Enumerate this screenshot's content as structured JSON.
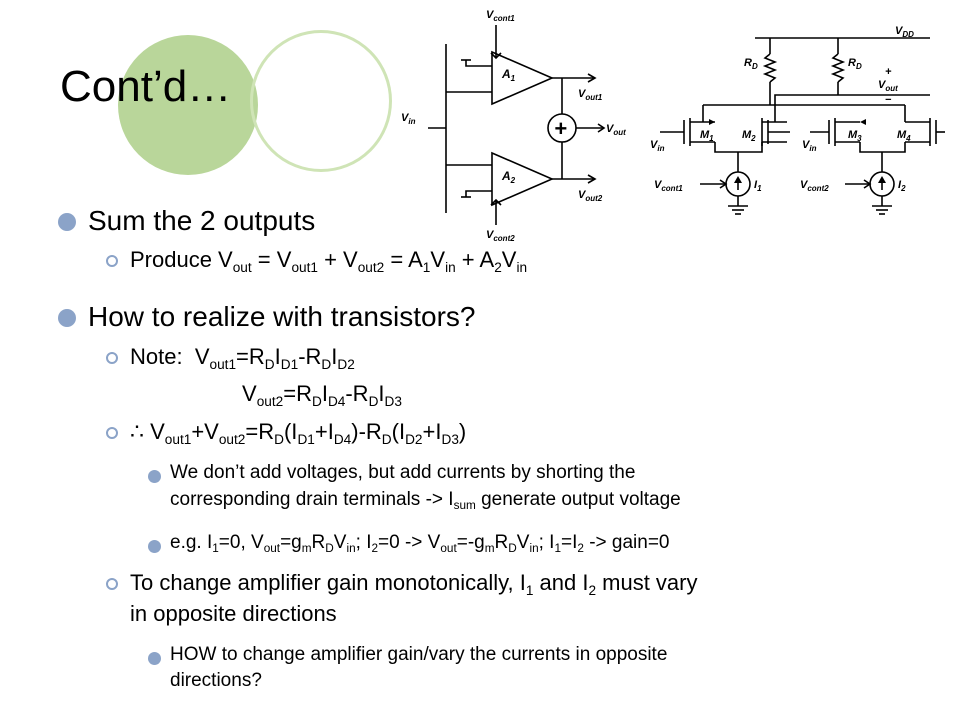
{
  "title": "Cont’d…",
  "bullets": {
    "sum": "Sum the 2 outputs",
    "produce": {
      "parts": [
        "Produce V",
        "out",
        " = V",
        "out1",
        " + V",
        "out2",
        " = A",
        "1",
        "V",
        "in",
        " + A",
        "2",
        "V",
        "in"
      ]
    },
    "how": "How to realize with transistors?",
    "note": {
      "label": "Note:",
      "eq1": [
        "V",
        "out1",
        "=R",
        "D",
        "I",
        "D1",
        "-R",
        "D",
        "I",
        "D2"
      ],
      "eq2": [
        "V",
        "out2",
        "=R",
        "D",
        "I",
        "D4",
        "-R",
        "D",
        "I",
        "D3"
      ]
    },
    "therefore": [
      "∴ V",
      "out1",
      "+V",
      "out2",
      "=R",
      "D",
      "(I",
      "D1",
      "+I",
      "D4",
      ")-R",
      "D",
      "(I",
      "D2",
      "+I",
      "D3",
      ")"
    ],
    "add_currents": {
      "line1": "We don’t add voltages, but add currents by shorting the",
      "line2_pre": "corresponding drain terminals -> I",
      "line2_sub": "sum",
      "line2_post": " generate output voltage"
    },
    "example": [
      "e.g. I",
      "1",
      "=0, V",
      "out",
      "=g",
      "m",
      "R",
      "D",
      "V",
      "in",
      "; I",
      "2",
      "=0 -> V",
      "out",
      "=-g",
      "m",
      "R",
      "D",
      "V",
      "in",
      "; I",
      "1",
      "=I",
      "2",
      " -> gain=0"
    ],
    "monotonic": {
      "line1_pre": "To change amplifier gain monotonically, I",
      "line1_sub1": "1",
      "line1_mid": " and I",
      "line1_sub2": "2",
      "line1_post": " must vary",
      "line2": "in opposite directions"
    },
    "howto": {
      "line1": "HOW to change amplifier gain/vary the currents in opposite",
      "line2": "directions?"
    }
  },
  "diagram": {
    "left": {
      "vcont1": "V",
      "vcont1_sub": "cont1",
      "vcont2": "V",
      "vcont2_sub": "cont2",
      "vin": "V",
      "vin_sub": "in",
      "a1": "A",
      "a1_sub": "1",
      "a2": "A",
      "a2_sub": "2",
      "vout1": "V",
      "vout1_sub": "out1",
      "vout2": "V",
      "vout2_sub": "out2",
      "vout": "V",
      "vout_sub": "out",
      "plus": "+",
      "minus": "−"
    },
    "right": {
      "vdd": "V",
      "vdd_sub": "DD",
      "rd": "R",
      "rd_sub": "D",
      "vout": "V",
      "vout_sub": "out",
      "vin": "V",
      "vin_sub": "in",
      "m1": "M",
      "m1_sub": "1",
      "m2": "M",
      "m2_sub": "2",
      "m3": "M",
      "m3_sub": "3",
      "m4": "M",
      "m4_sub": "4",
      "vcont1": "V",
      "vcont1_sub": "cont1",
      "vcont2": "V",
      "vcont2_sub": "cont2",
      "i1": "I",
      "i1_sub": "1",
      "i2": "I",
      "i2_sub": "2"
    }
  },
  "colors": {
    "bullet": "#8ba3c8",
    "deco_fill": "#b9d69a",
    "deco_ring": "#cfe4b6"
  }
}
